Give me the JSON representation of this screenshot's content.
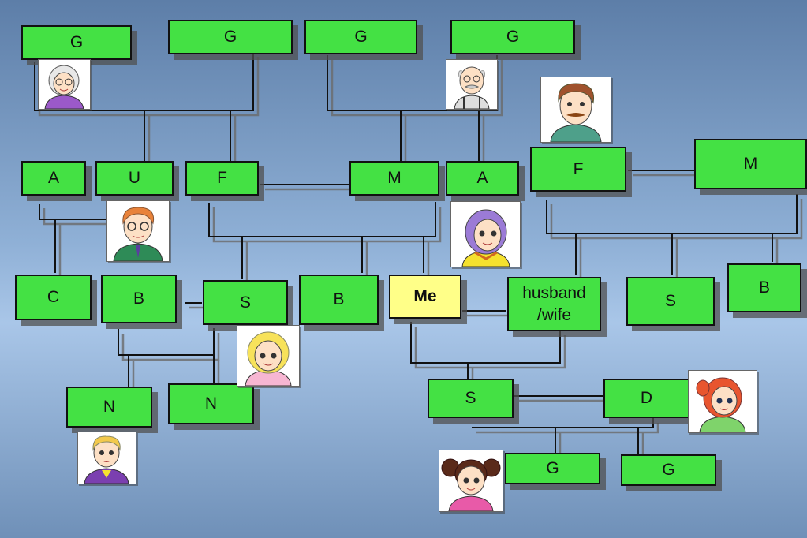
{
  "colors": {
    "box": "#44e144",
    "me_box": "#ffff88",
    "line": "#111111",
    "line_shadow": "#666666"
  },
  "boxes": {
    "g1": "G",
    "g2": "G",
    "g3": "G",
    "g4": "G",
    "aunt": "A",
    "uncle": "U",
    "father": "F",
    "mother": "M",
    "aunt2": "A",
    "father_in_law": "F",
    "mother_in_law": "M",
    "cousin": "C",
    "brother1": "B",
    "sister": "S",
    "brother2": "B",
    "me": "Me",
    "spouse_line1": "husband",
    "spouse_line2": "/wife",
    "sister_in_law": "S",
    "brother_in_law": "B",
    "nephew1": "N",
    "nephew2": "N",
    "son": "S",
    "daughter": "D",
    "grandchild1": "G",
    "grandchild2": "G"
  },
  "portraits": [
    "grandmother-portrait",
    "grandfather-portrait",
    "man-with-mustache-portrait",
    "man-with-glasses-portrait",
    "purple-haired-woman-portrait",
    "blonde-girl-portrait",
    "blond-boy-portrait",
    "red-haired-girl-portrait",
    "pigtail-girl-portrait"
  ]
}
